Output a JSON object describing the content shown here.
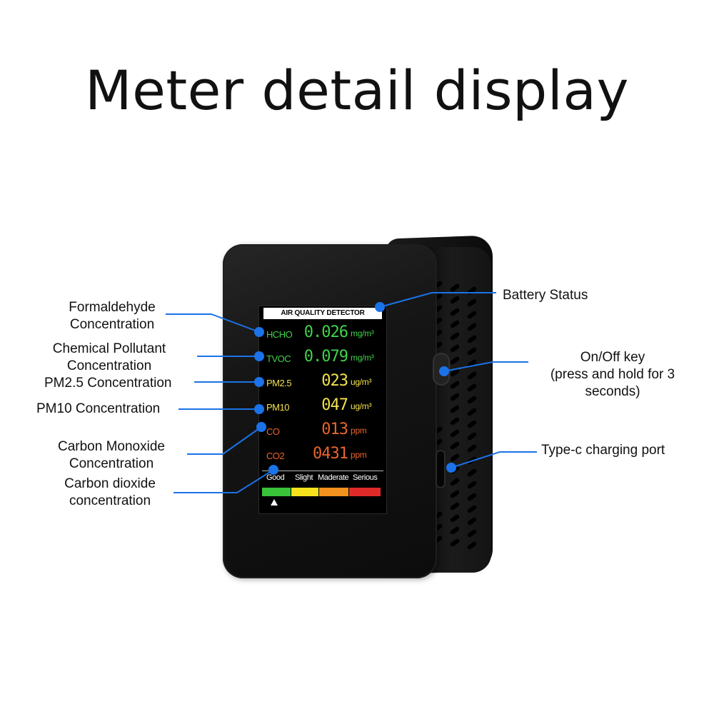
{
  "title": "Meter detail display",
  "screen": {
    "title": "AIR QUALITY DETECTOR",
    "rows": [
      {
        "label": "HCHO",
        "value": "0.026",
        "unit": "mg/m³",
        "color": "#3fd24a"
      },
      {
        "label": "TVOC",
        "value": "0.079",
        "unit": "mg/m³",
        "color": "#3fd24a"
      },
      {
        "label": "PM2.5",
        "value": "023",
        "unit": "ug/m³",
        "color": "#f2e24a"
      },
      {
        "label": "PM10",
        "value": "047",
        "unit": "ug/m³",
        "color": "#f2e24a"
      },
      {
        "label": "CO",
        "value": "013",
        "unit": "ppm",
        "color": "#e8652b"
      },
      {
        "label": "CO2",
        "value": "0431",
        "unit": "ppm",
        "color": "#e8652b"
      }
    ],
    "levels": [
      {
        "label": "Good",
        "color": "#39c23a"
      },
      {
        "label": "Slight",
        "color": "#f5e21c"
      },
      {
        "label": "Maderate",
        "color": "#f4901e"
      },
      {
        "label": "Serious",
        "color": "#e02a2a"
      }
    ]
  },
  "callouts": {
    "formaldehyde": {
      "line1": "Formaldehyde",
      "line2": "Concentration"
    },
    "chemical": {
      "line1": "Chemical Pollutant",
      "line2": "Concentration"
    },
    "pm25": {
      "line1": "PM2.5 Concentration"
    },
    "pm10": {
      "line1": "PM10 Concentration"
    },
    "co": {
      "line1": "Carbon Monoxide",
      "line2": "Concentration"
    },
    "co2": {
      "line1": "Carbon dioxide",
      "line2": "concentration"
    },
    "battery": {
      "line1": "Battery Status"
    },
    "onoff": {
      "line1": "On/Off key",
      "line2": "(press and hold for 3",
      "line3": "seconds)"
    },
    "typec": {
      "line1": "Type-c charging port"
    }
  },
  "colors": {
    "leader": "#1a73e8",
    "device": "#151515"
  }
}
